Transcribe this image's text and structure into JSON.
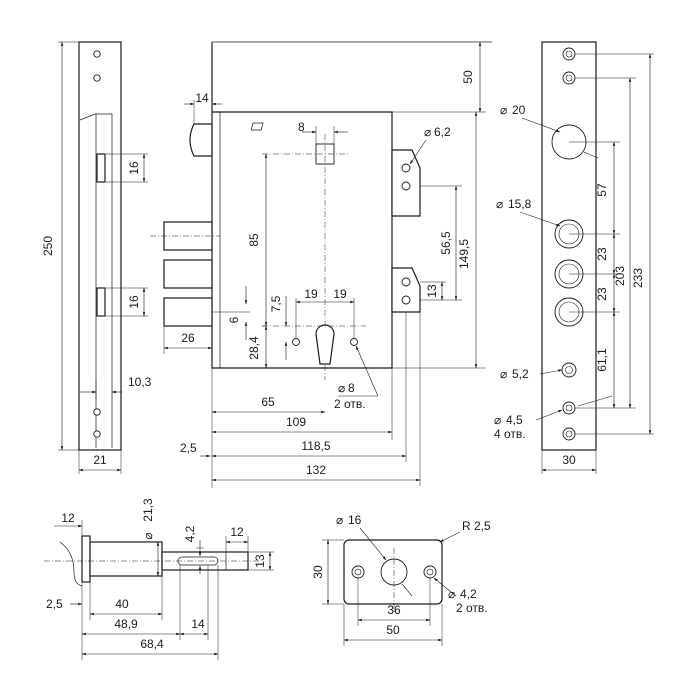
{
  "main_dimensions": {
    "d250": "250",
    "d21": "21",
    "d10_3": "10,3",
    "d16_top": "16",
    "d16_bottom": "16",
    "d14": "14",
    "d50": "50",
    "sq8": "8",
    "d6_2": "6,2",
    "d85": "85",
    "d56_5": "56,5",
    "d149_5": "149,5",
    "d13": "13",
    "d7_5": "7,5",
    "d19_left": "19",
    "d19_right": "19",
    "d6": "6",
    "d28_4": "28,4",
    "d26": "26",
    "d8": "8",
    "d2otv": "2 отв.",
    "d65": "65",
    "d109": "109",
    "d118_5": "118,5",
    "d2_5": "2,5",
    "d132": "132"
  },
  "strike_plate": {
    "d20": "20",
    "d15_8": "15,8",
    "d5_2": "5,2",
    "d4_5": "4,5",
    "d4otv": "4 отв.",
    "d57": "57",
    "d23_top": "23",
    "d23_bottom": "23",
    "d61_1": "61,1",
    "d203": "203",
    "d233": "233",
    "d30": "30"
  },
  "bolt_detail": {
    "d12_left": "12",
    "d21_3": "21,3",
    "d4_2": "4,2",
    "d12_right": "12",
    "d13": "13",
    "d2_5": "2,5",
    "d40": "40",
    "d48_9": "48,9",
    "d14": "14",
    "d68_4": "68,4"
  },
  "cover_plate": {
    "d16": "16",
    "r2_5": "R 2,5",
    "d30": "30",
    "d4_2": "4,2",
    "d2otv": "2 отв.",
    "d36": "36",
    "d50": "50"
  },
  "symbols": {
    "diameter": "⌀",
    "square": "▭"
  }
}
